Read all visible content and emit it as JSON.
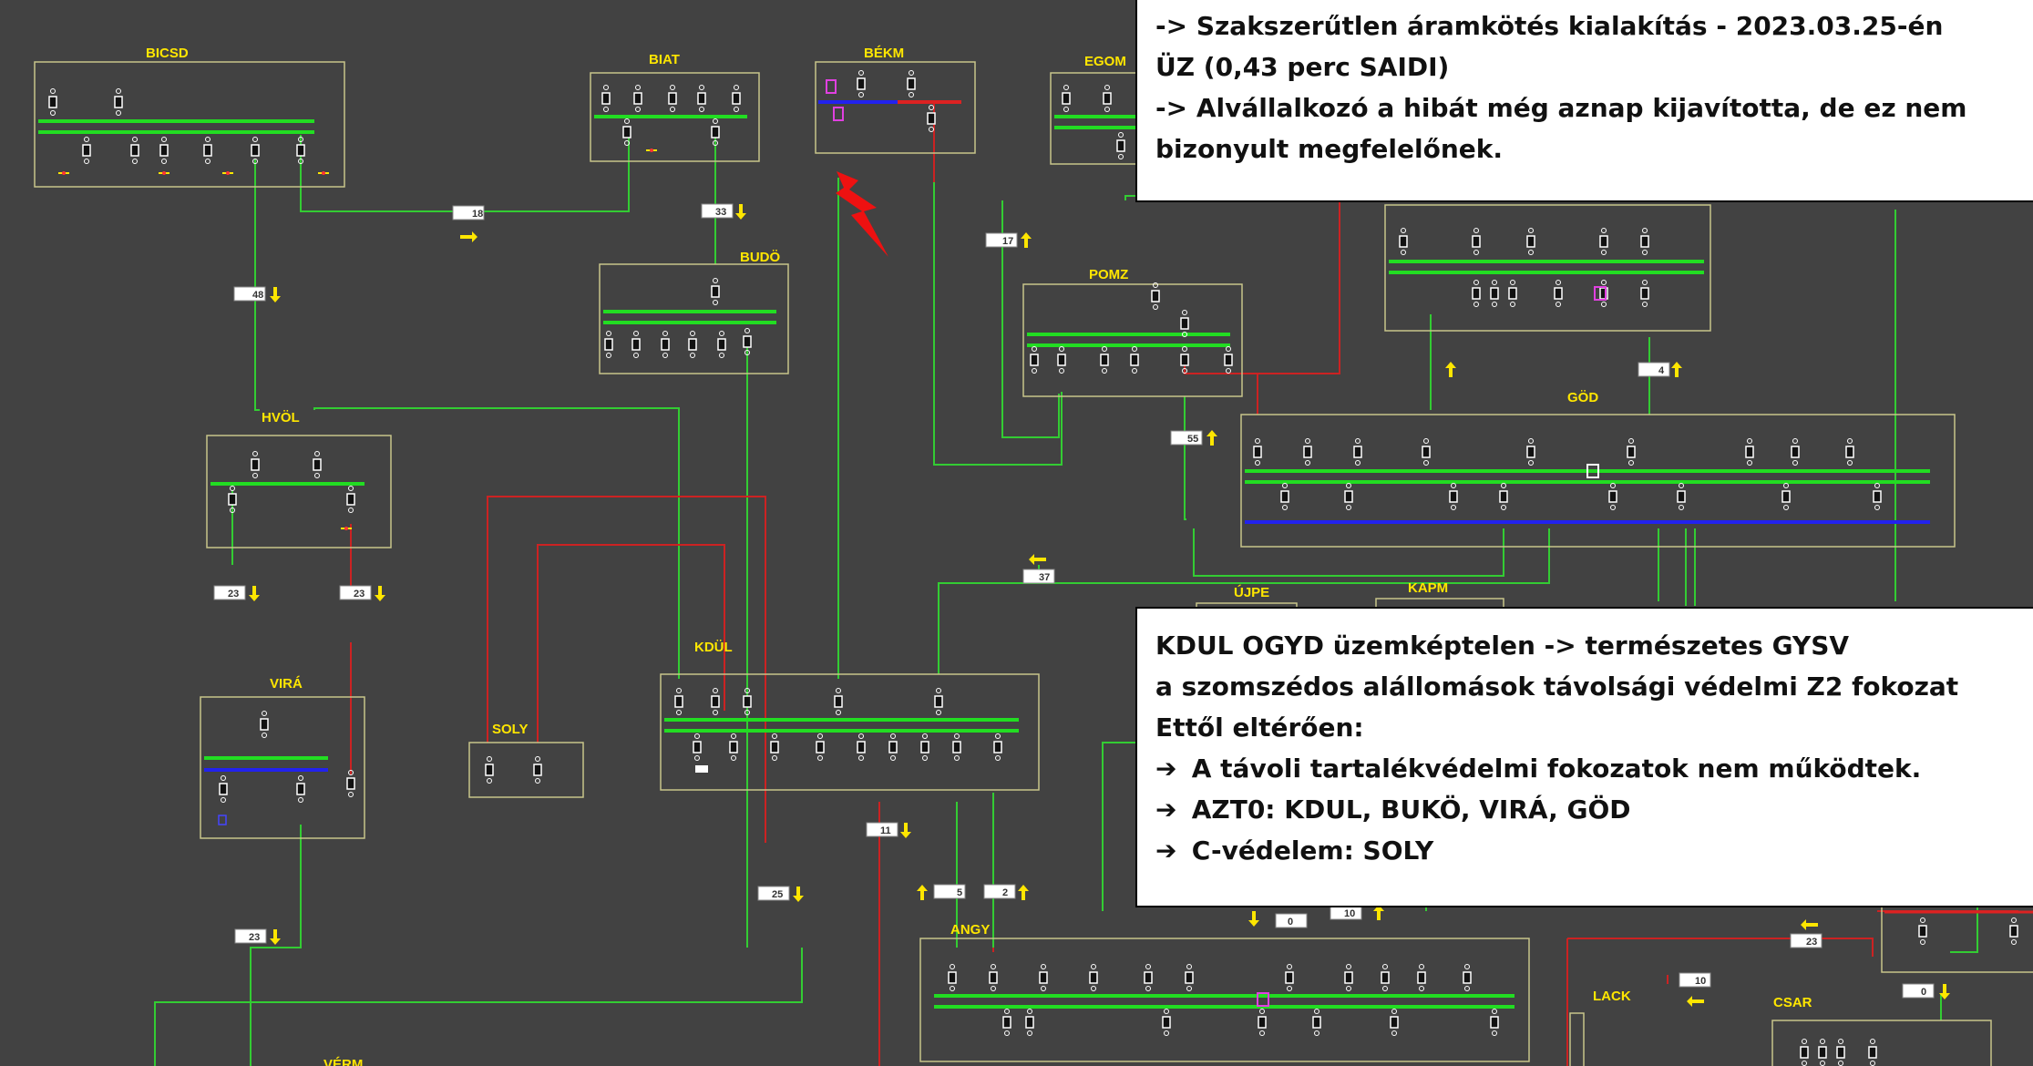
{
  "substations": {
    "BICSD": "BICSD",
    "BIAT": "BIAT",
    "BEKM": "BÉKM",
    "EGOM": "EGOM",
    "BUDO": "BUDÖ",
    "POMZ": "POMZ",
    "GOD": "GÖD",
    "HVOL": "HVÖL",
    "VIRA": "VIRÁ",
    "SOLY": "SOLY",
    "KDUL": "KDÜL",
    "UJPE": "ÚJPE",
    "KAPM": "KAPM",
    "ANGY": "ANGY",
    "LACK": "LACK",
    "CSAR": "CSAR",
    "VERM": "VÉRM"
  },
  "flows": {
    "f18": "18",
    "f33": "33",
    "f48": "48",
    "f17": "17",
    "f4": "4",
    "f55": "55",
    "f37": "37",
    "f23a": "23",
    "f23b": "23",
    "f23c": "23",
    "f11": "11",
    "f25": "25",
    "f5": "5",
    "f2": "2",
    "f0a": "0",
    "f10a": "10",
    "f10b": "10",
    "f23d": "23",
    "f0b": "0"
  },
  "callout_top": {
    "line1": "-> Szakszerűtlen áramkötés kialakítás - 2023.03.25-én",
    "line2": "ÜZ (0,43 perc SAIDI)",
    "line3": "-> Alvállalkozó a hibát még aznap kijavította, de ez nem",
    "line4": "bizonyult megfelelőnek."
  },
  "callout_mid": {
    "line1": "KDUL OGYD üzemképtelen -> természetes GYSV",
    "line2": "a szomszédos alállomások távolsági védelmi Z2 fokozat",
    "line3": "Ettől eltérően:",
    "bullet_glyph": "➔",
    "bullets": [
      "A távoli tartalékvédelmi fokozatok nem működtek.",
      "AZT0: KDUL, BUKÖ, VIRÁ, GÖD",
      "C-védelem: SOLY"
    ]
  },
  "colors": {
    "background": "#424242",
    "bus_green": "#22dd22",
    "bus_blue": "#2222ee",
    "line_red": "#cc2222",
    "line_green": "#33cc33",
    "label_yellow": "#ffe600",
    "fault_red": "#ee1111"
  },
  "icons": {
    "fault": "lightning-bolt-icon",
    "flow_up": "arrow-up-icon",
    "flow_down": "arrow-down-icon",
    "flow_right": "arrow-right-icon",
    "flow_left": "arrow-left-icon"
  }
}
